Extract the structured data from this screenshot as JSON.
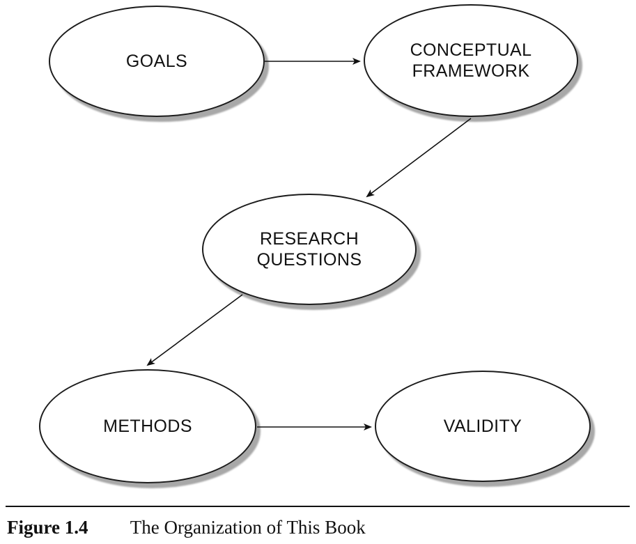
{
  "diagram": {
    "nodes": [
      {
        "id": "goals",
        "label": "GOALS"
      },
      {
        "id": "conceptual-framework",
        "label": "CONCEPTUAL FRAMEWORK"
      },
      {
        "id": "research-questions",
        "label": "RESEARCH QUESTIONS"
      },
      {
        "id": "methods",
        "label": "METHODS"
      },
      {
        "id": "validity",
        "label": "VALIDITY"
      }
    ],
    "edges": [
      {
        "from": "goals",
        "to": "conceptual-framework"
      },
      {
        "from": "conceptual-framework",
        "to": "research-questions"
      },
      {
        "from": "research-questions",
        "to": "methods"
      },
      {
        "from": "methods",
        "to": "validity"
      }
    ]
  },
  "caption": {
    "label": "Figure 1.4",
    "title": "The Organization of This Book"
  },
  "colors": {
    "background": "#ffffff",
    "node_fill": "#ffffff",
    "node_stroke": "#1c1c1c",
    "node_shadow": "#a8a8a8",
    "arrow": "#111111",
    "text": "#111111"
  }
}
